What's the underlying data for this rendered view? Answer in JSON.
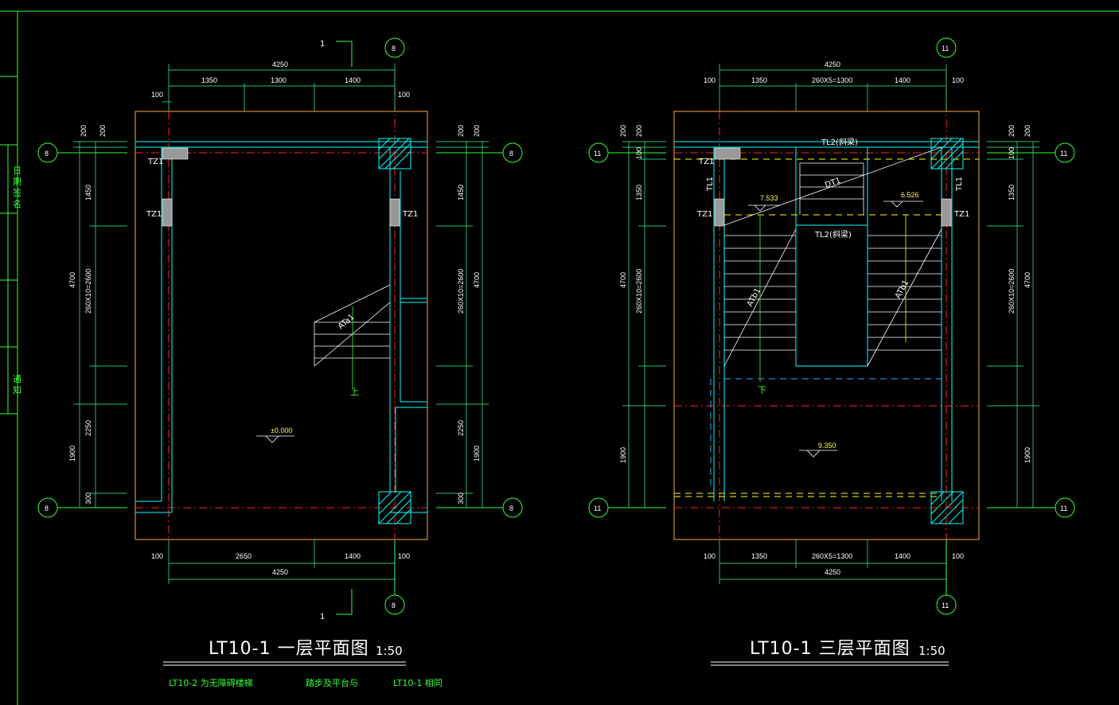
{
  "colors": {
    "background": "#000000",
    "wall": "#00ffff",
    "outline": "#ffaa33",
    "axis_red": "#ff2222",
    "dim_green": "#33ff99",
    "hatch": "#00ffff",
    "dash_yellow": "#ffff00",
    "dash_cyan": "#33aaff",
    "frame": "#33ff33"
  },
  "plan1": {
    "title": "LT10-1  一层平面图",
    "scale": "1:50",
    "section_mark": "1",
    "axis_top": "8",
    "axis_bottom": "8",
    "axis_left_top": "8",
    "axis_left_bottom": "8",
    "axis_right_top": "8",
    "axis_right_bottom": "8",
    "dims_top": {
      "total": "4250",
      "a": "1350",
      "b": "1300",
      "c": "1400",
      "left_edge": "100",
      "right_edge": "100"
    },
    "dims_bottom": {
      "total": "4250",
      "a": "2650",
      "b": "1400",
      "left_edge": "100",
      "right_edge": "100"
    },
    "dims_left": {
      "t1": "200",
      "t2": "200",
      "a": "1450",
      "total": "4700",
      "stairs": "260X10=2600",
      "b": "2250",
      "c": "1900",
      "d": "300"
    },
    "dims_right": {
      "t1": "200",
      "t2": "200",
      "a": "1450",
      "total": "4700",
      "stairs": "260X10=2600",
      "b": "2250",
      "c": "1900",
      "d": "300"
    },
    "tz_labels": [
      "TZ1",
      "TZ1",
      "TZ1"
    ],
    "stair_label": "ATa1",
    "up_label": "上",
    "elevation": "±0.000"
  },
  "plan3": {
    "title": "LT10-1  三层平面图",
    "scale": "1:50",
    "axis_top": "11",
    "axis_bottom": "11",
    "axis_left_top": "11",
    "axis_left_bottom": "11",
    "axis_right_top": "11",
    "axis_right_bottom": "11",
    "dims_top": {
      "total": "4250",
      "a": "1350",
      "b": "260X5=1300",
      "c": "1400",
      "left_edge": "100",
      "right_edge": "100"
    },
    "dims_bottom": {
      "total": "4250",
      "a": "1350",
      "b": "260X5=1300",
      "c": "1400",
      "left_edge": "100",
      "right_edge": "100"
    },
    "dims_left": {
      "t1": "200",
      "t2": "200",
      "e": "100",
      "a": "1350",
      "total": "4700",
      "stairs": "260X10=2600",
      "c": "1900"
    },
    "dims_right": {
      "t1": "200",
      "t2": "200",
      "e": "100",
      "a": "1350",
      "total": "4700",
      "stairs": "260X10=2600",
      "c": "1900"
    },
    "beam_top": "TL2(斜梁)",
    "beam_mid": "TL2(斜梁)",
    "tz_labels": [
      "TZ1",
      "TZ1",
      "TZ1"
    ],
    "tl_labels": [
      "TL1",
      "TL1"
    ],
    "stair_top": "DT1",
    "stair_left": "ATb1",
    "stair_right": "ATb1",
    "elev_left": "7.533",
    "elev_right": "6.526",
    "elev_floor": "9.350",
    "down_label": "下"
  },
  "notes": [
    "LT10-2  为无障碍楼梯",
    "踏步及平台与",
    "LT10-1  相同"
  ],
  "sidebar_chars": [
    "日",
    "期",
    "签",
    "名",
    "通",
    "知"
  ]
}
